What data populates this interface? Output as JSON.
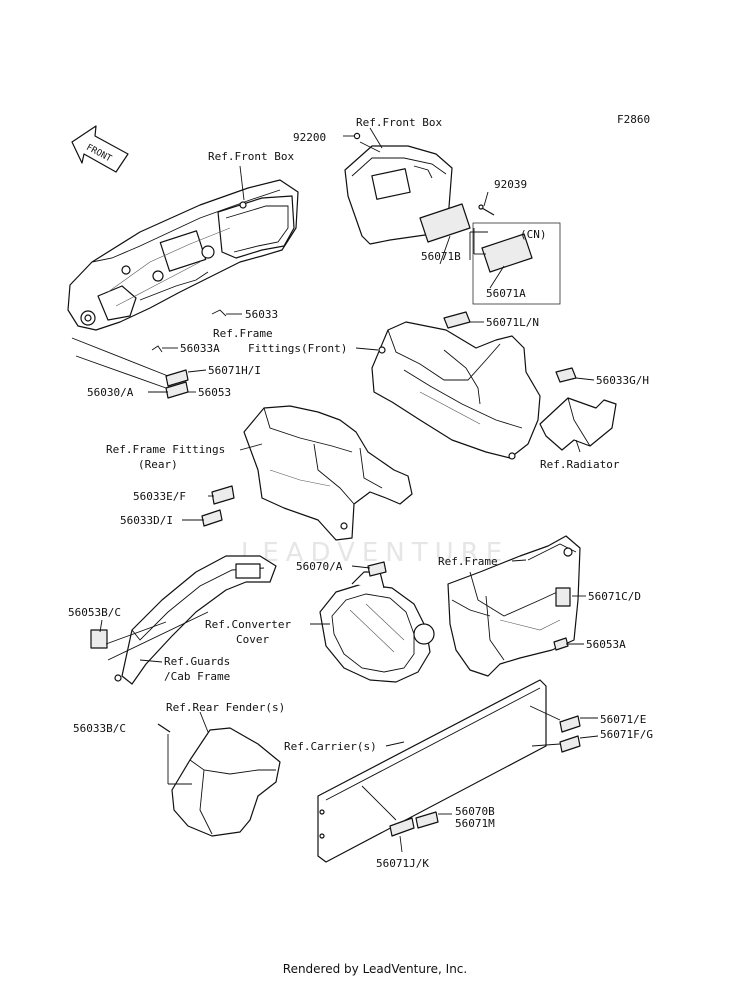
{
  "figure_code": "F2860",
  "watermark": "LEADVENTURE",
  "footer": "Rendered by LeadVenture, Inc.",
  "front_arrow": "FRONT",
  "labels": {
    "ref_front_box_top": "Ref.Front Box",
    "ref_front_box_left": "Ref.Front Box",
    "p92200": "92200",
    "p92039": "92039",
    "cn": "(CN)",
    "p56071b": "56071B",
    "p56071a": "56071A",
    "p56033": "56033",
    "ref_frame_fittings_front_1": "Ref.Frame",
    "ref_frame_fittings_front_2": "Fittings(Front)",
    "p56033a": "56033A",
    "p56071ln": "56071L/N",
    "p56071hi": "56071H/I",
    "p56030a": "56030/A",
    "p56053": "56053",
    "p56033gh": "56033G/H",
    "ref_radiator": "Ref.Radiator",
    "ref_frame_fittings_rear_1": "Ref.Frame Fittings",
    "ref_frame_fittings_rear_2": "(Rear)",
    "p56033ef": "56033E/F",
    "p56033di": "56033D/I",
    "ref_frame": "Ref.Frame",
    "p56070a": "56070/A",
    "p56071cd": "56071C/D",
    "p56053bc": "56053B/C",
    "ref_converter_cover_1": "Ref.Converter",
    "ref_converter_cover_2": "Cover",
    "p56053a": "56053A",
    "ref_guards_1": "Ref.Guards",
    "ref_guards_2": "/Cab Frame",
    "ref_rear_fender": "Ref.Rear Fender(s)",
    "p56033bc": "56033B/C",
    "p56071e": "56071/E",
    "ref_carriers": "Ref.Carrier(s)",
    "p56071fg": "56071F/G",
    "p56070b": "56070B",
    "p56071m": "56071M",
    "p56071jk": "56071J/K"
  }
}
